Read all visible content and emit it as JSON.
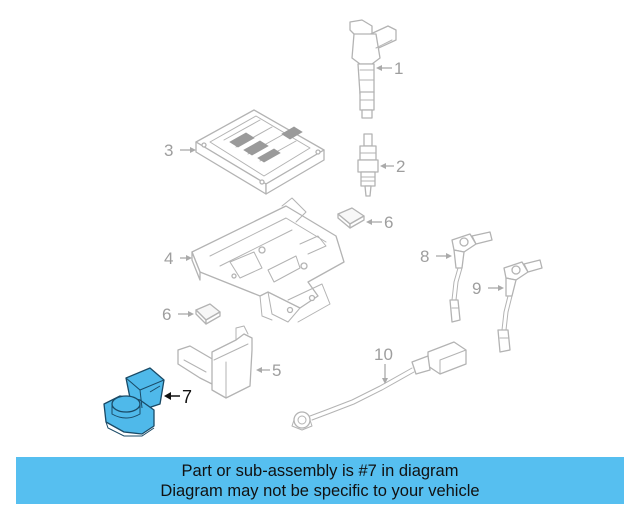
{
  "diagram": {
    "callouts": {
      "c1": "1",
      "c2": "2",
      "c3": "3",
      "c4": "4",
      "c5": "5",
      "c6a": "6",
      "c6b": "6",
      "c7": "7",
      "c8": "8",
      "c9": "9",
      "c10": "10"
    },
    "highlighted_part": "7",
    "colors": {
      "highlight": "#4fb9ea",
      "line_art": "#b3b3b3",
      "banner": "#56bff0"
    }
  },
  "banner": {
    "line1": "Part or sub-assembly is #7 in diagram",
    "line2": "Diagram may not be specific to your vehicle"
  }
}
